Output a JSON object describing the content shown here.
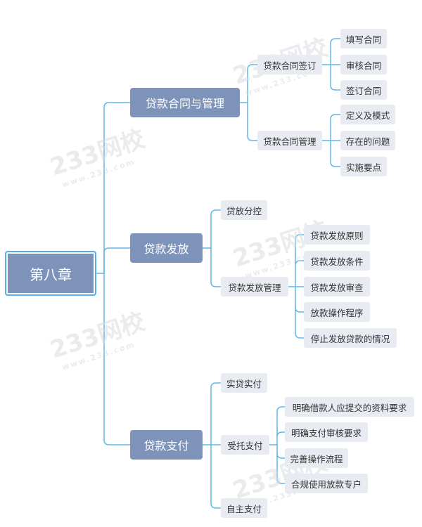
{
  "diagram": {
    "root": "第八章",
    "branch_loan_contract": {
      "label": "贷款合同与管理",
      "signing": {
        "label": "贷款合同签订",
        "items": [
          "填写合同",
          "审核合同",
          "签订合同"
        ]
      },
      "management": {
        "label": "贷款合同管理",
        "items": [
          "定义及模式",
          "存在的问题",
          "实施要点"
        ]
      }
    },
    "branch_disbursement": {
      "label": "贷款发放",
      "control": {
        "label": "贷放分控"
      },
      "management": {
        "label": "贷款发放管理",
        "items": [
          "贷款发放原则",
          "贷款发放条件",
          "贷款发放审查",
          "放款操作程序",
          "停止发放贷款的情况"
        ]
      }
    },
    "branch_payment": {
      "label": "贷款支付",
      "real_payment": {
        "label": "实贷实付"
      },
      "entrusted": {
        "label": "受托支付",
        "items": [
          "明确借款人应提交的资料要求",
          "明确支付审核要求",
          "完善操作流程",
          "合规使用放款专户"
        ]
      },
      "self_payment": {
        "label": "自主支付"
      }
    }
  },
  "watermark": {
    "brand": "233网校",
    "url": "www.233.com"
  },
  "colors": {
    "line": "#5fb7e6",
    "node_dark": "#7d93ba",
    "node_light": "#e8ebf1"
  }
}
